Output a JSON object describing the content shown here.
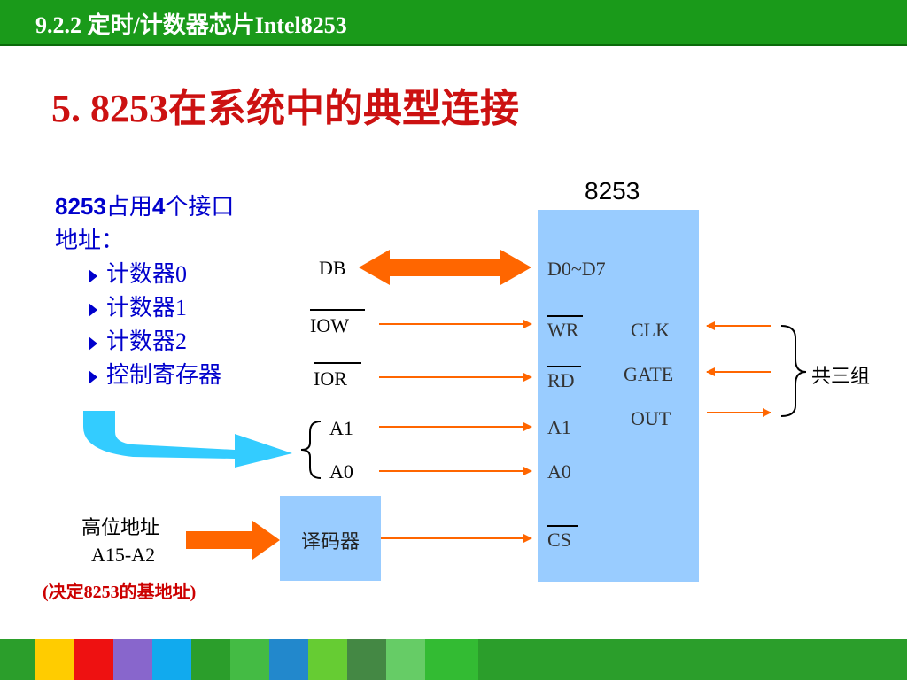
{
  "header": {
    "title": "9.2.2 定时/计数器芯片Intel8253"
  },
  "slide": {
    "title": "5. 8253在系统中的典型连接"
  },
  "info": {
    "line1_num": "8253",
    "line1_a": "占用",
    "line1_num2": "4",
    "line1_b": "个接口",
    "line2": "地址：",
    "items": [
      "计数器0",
      "计数器1",
      "计数器2",
      "控制寄存器"
    ]
  },
  "chip": {
    "title": "8253",
    "pins_left": [
      "D0~D7",
      "WR",
      "RD",
      "A1",
      "A0",
      "CS"
    ],
    "pins_right": [
      "CLK",
      "GATE",
      "OUT"
    ]
  },
  "bus": {
    "db": "DB",
    "iow": "IOW",
    "ior": "IOR",
    "a1": "A1",
    "a0": "A0"
  },
  "decoder": {
    "label": "译码器"
  },
  "address": {
    "line1": "高位地址",
    "line2": "A15-A2",
    "note": "(决定8253的基地址)"
  },
  "group_label": "共三组",
  "colors": {
    "arrow_orange": "#ff6600",
    "arrow_cyan": "#33ccff",
    "chip_fill": "#99ccff",
    "header_green": "#1a9a1a",
    "title_red": "#cc1111",
    "text_blue": "#0000cc"
  }
}
